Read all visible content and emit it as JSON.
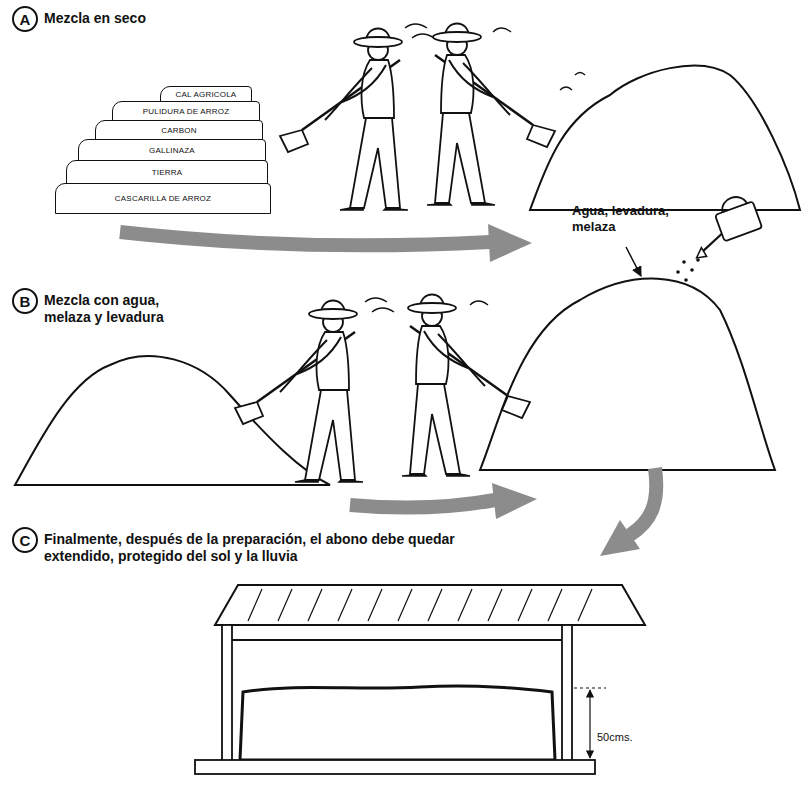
{
  "diagram": {
    "nodes": [
      {
        "text": [
          "A",
          "Mezcla en seco"
        ]
      },
      {
        "text": [
          "CAL AGRICOLA"
        ]
      },
      {
        "text": [
          "PULIDURA DE ARROZ"
        ]
      },
      {
        "text": [
          "CARBON"
        ]
      },
      {
        "text": [
          "GALLINAZA"
        ]
      },
      {
        "text": [
          "TIERRA"
        ]
      },
      {
        "text": [
          "CASCARILLA DE ARROZ"
        ]
      },
      {
        "text": [
          "B",
          "Mezcla con agua, melaza y levadura"
        ]
      },
      {
        "text": [
          "C",
          "Finalmente, después de la preparación, el abono debe quedar extendido, protegido del sol y la lluvia"
        ]
      }
    ],
    "labels": [
      "Agua, levadura, melaza",
      "50cms."
    ]
  }
}
